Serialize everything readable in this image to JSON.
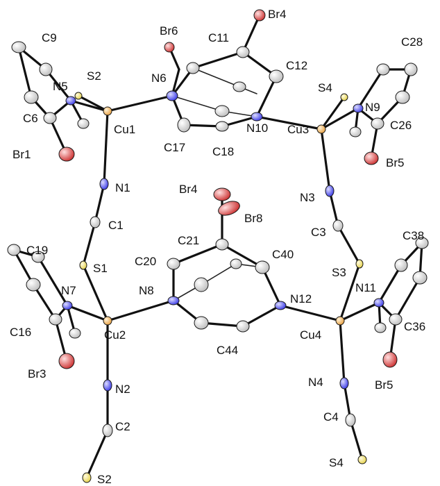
{
  "figure": {
    "labels": {
      "C9": "C9",
      "Br6": "Br6",
      "C11": "C11",
      "Br4_top": "Br4",
      "C28": "C28",
      "S2_top": "S2",
      "N5": "N5",
      "N6": "N6",
      "C12": "C12",
      "S4_top": "S4",
      "N9": "N9",
      "C6": "C6",
      "Cu1": "Cu1",
      "N10": "N10",
      "Cu3": "Cu3",
      "C26": "C26",
      "Br1": "Br1",
      "C17": "C17",
      "C18": "C18",
      "Br5_top": "Br5",
      "N1": "N1",
      "Br4_mid": "Br4",
      "N3": "N3",
      "Br8": "Br8",
      "C1": "C1",
      "C3": "C3",
      "C38": "C38",
      "C21": "C21",
      "C19": "C19",
      "C40": "C40",
      "C20": "C20",
      "S1": "S1",
      "S3": "S3",
      "N11": "N11",
      "N7": "N7",
      "N8": "N8",
      "N12": "N12",
      "C16": "C16",
      "Cu2": "Cu2",
      "C44": "C44",
      "Cu4": "Cu4",
      "C36": "C36",
      "Br3": "Br3",
      "N2": "N2",
      "N4": "N4",
      "Br5_bot": "Br5",
      "C2": "C2",
      "C4": "C4",
      "S4_bot": "S4",
      "S2_bot": "S2"
    },
    "element_colors": {
      "Cu": "#e8a040",
      "N": "#3a3ae6",
      "S": "#e6d24a",
      "Br": "#cc3030",
      "C": "#d8d8d8"
    }
  }
}
